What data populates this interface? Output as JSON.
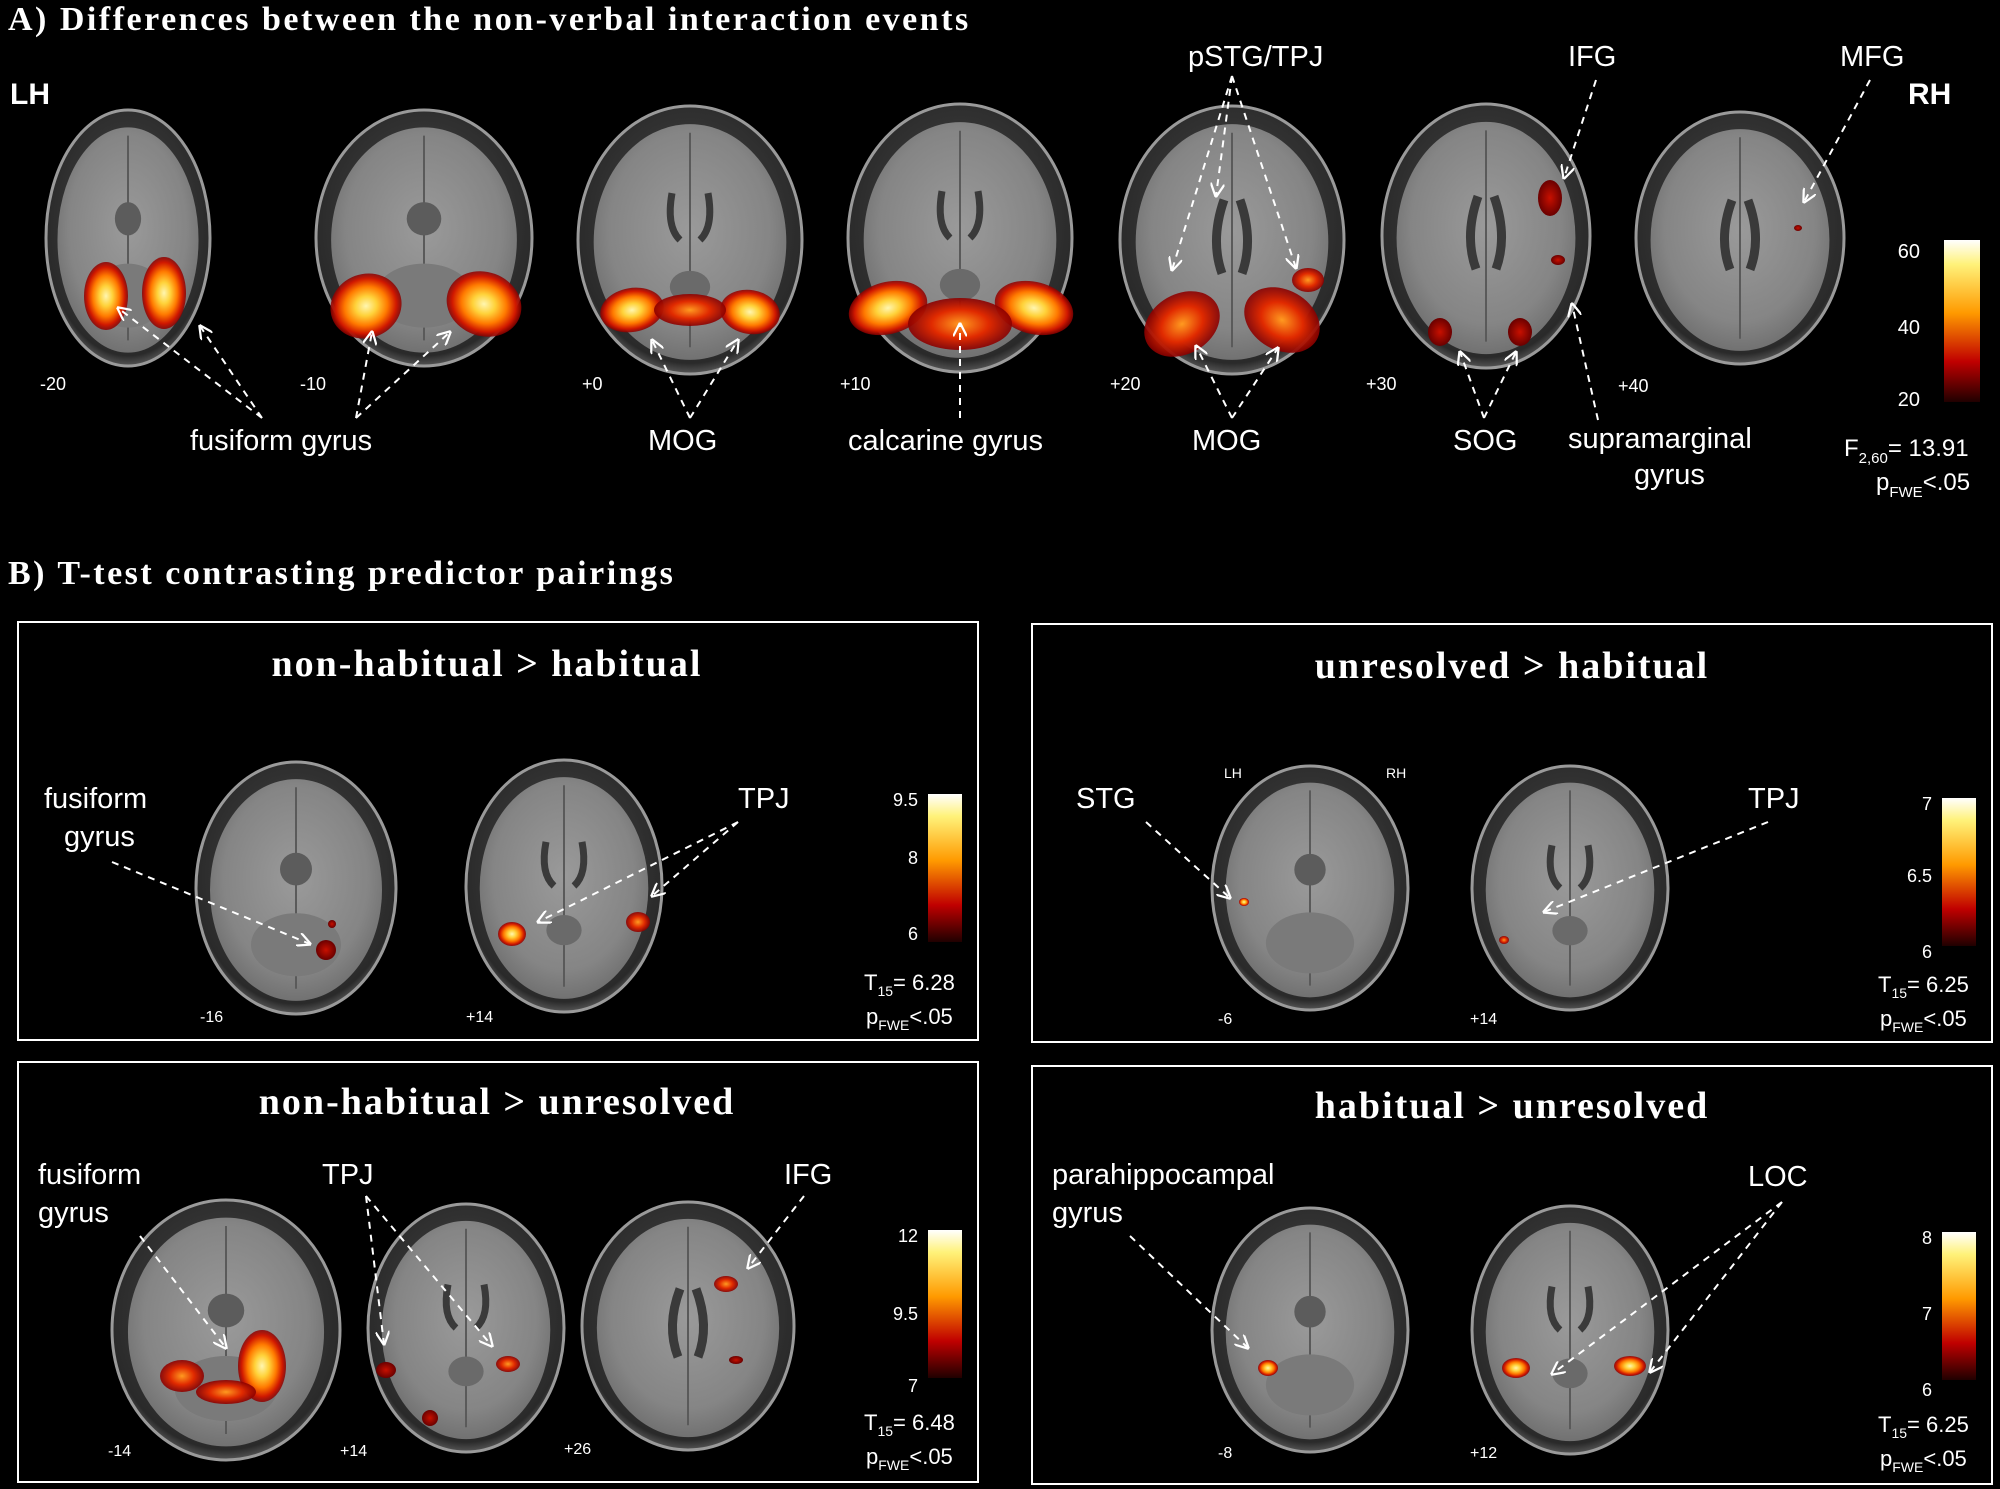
{
  "sectionA": {
    "title": "A) Differences between the non-verbal interaction events",
    "lh": "LH",
    "rh": "RH",
    "slices": [
      "-20",
      "-10",
      "+0",
      "+10",
      "+20",
      "+30",
      "+40"
    ],
    "labels": {
      "fusiform": "fusiform gyrus",
      "mog1": "MOG",
      "calcarine": "calcarine gyrus",
      "mog2": "MOG",
      "sog": "SOG",
      "supramarginal1": "supramarginal",
      "supramarginal2": "gyrus",
      "pstg": "pSTG/TPJ",
      "ifg": "IFG",
      "mfg": "MFG"
    },
    "colorbar": {
      "max": "60",
      "mid": "40",
      "min": "20"
    },
    "stat1": "F",
    "stat1_sub": "2,60",
    "stat1_val": "= 13.91",
    "stat2": "p",
    "stat2_sub": "FWE",
    "stat2_val": "<.05"
  },
  "sectionB": {
    "title": "B) T-test contrasting predictor pairings",
    "panels": [
      {
        "title": "non-habitual > habitual",
        "slices": [
          "-16",
          "+14"
        ],
        "labels": {
          "a1": "fusiform",
          "a2": "gyrus",
          "b": "TPJ"
        },
        "colorbar": {
          "max": "9.5",
          "mid": "8",
          "min": "6"
        },
        "stat_sub": "15",
        "stat_val": "= 6.28",
        "p": "p",
        "p_sub": "FWE",
        "p_val": "<.05"
      },
      {
        "title": "unresolved > habitual",
        "slices": [
          "-6",
          "+14"
        ],
        "labels": {
          "a": "STG",
          "b": "TPJ",
          "lh": "LH",
          "rh": "RH"
        },
        "colorbar": {
          "max": "7",
          "mid": "6.5",
          "min": "6"
        },
        "stat_sub": "15",
        "stat_val": "= 6.25",
        "p": "p",
        "p_sub": "FWE",
        "p_val": "<.05"
      },
      {
        "title": "non-habitual > unresolved",
        "slices": [
          "-14",
          "+14",
          "+26"
        ],
        "labels": {
          "a1": "fusiform",
          "a2": "gyrus",
          "b": "TPJ",
          "c": "IFG"
        },
        "colorbar": {
          "max": "12",
          "mid": "9.5",
          "min": "7"
        },
        "stat_sub": "15",
        "stat_val": "= 6.48",
        "p": "p",
        "p_sub": "FWE",
        "p_val": "<.05"
      },
      {
        "title": "habitual > unresolved",
        "slices": [
          "-8",
          "+12"
        ],
        "labels": {
          "a1": "parahippocampal",
          "a2": "gyrus",
          "b": "LOC"
        },
        "colorbar": {
          "max": "8",
          "mid": "7",
          "min": "6"
        },
        "stat_sub": "15",
        "stat_val": "= 6.25",
        "p": "p",
        "p_sub": "FWE",
        "p_val": "<.05"
      }
    ],
    "stat_letter": "T"
  },
  "colors": {
    "background": "#000000",
    "text": "#ffffff",
    "brain": "#8a8a8a",
    "skull": "#6e6e6e",
    "activation_hot": "#fff2a0",
    "activation_mid": "#ff8a00",
    "activation_cold": "#b40000"
  }
}
